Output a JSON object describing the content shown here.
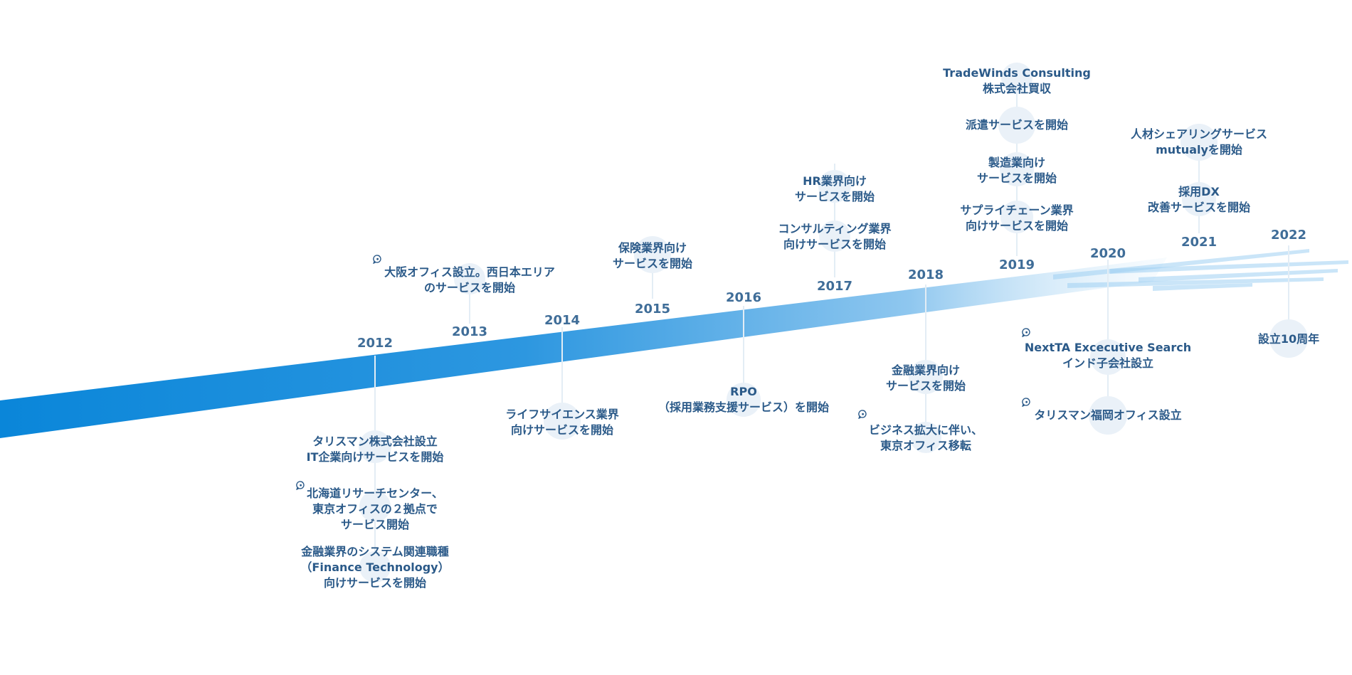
{
  "colors": {
    "band_dark": "#0a86d9",
    "band_light": "#d6ebf9",
    "year_text": "#3f6d98",
    "event_text": "#2b5a89",
    "stem": "#e3edf5",
    "dot": "#eaf1f8"
  },
  "years": [
    {
      "label": "2012"
    },
    {
      "label": "2013"
    },
    {
      "label": "2014"
    },
    {
      "label": "2015"
    },
    {
      "label": "2016"
    },
    {
      "label": "2017"
    },
    {
      "label": "2018"
    },
    {
      "label": "2019"
    },
    {
      "label": "2020"
    },
    {
      "label": "2021"
    },
    {
      "label": "2022"
    }
  ],
  "events": [
    {
      "lines": [
        "タリスマン株式会社設立",
        "IT企業向けサービスを開始"
      ],
      "pin": false
    },
    {
      "lines": [
        "北海道リサーチセンター、",
        "東京オフィスの２拠点で",
        "サービス開始"
      ],
      "pin": true
    },
    {
      "lines": [
        "金融業界のシステム関連職種",
        "（Finance Technology）",
        "向けサービスを開始"
      ],
      "pin": false
    },
    {
      "lines": [
        "大阪オフィス設立。西日本エリア",
        "のサービスを開始"
      ],
      "pin": true
    },
    {
      "lines": [
        "ライフサイエンス業界",
        "向けサービスを開始"
      ],
      "pin": false
    },
    {
      "lines": [
        "保険業界向け",
        "サービスを開始"
      ],
      "pin": false
    },
    {
      "lines": [
        "RPO",
        "（採用業務支援サービス）を開始"
      ],
      "pin": false
    },
    {
      "lines": [
        "HR業界向け",
        "サービスを開始"
      ],
      "pin": false
    },
    {
      "lines": [
        "コンサルティング業界",
        "向けサービスを開始"
      ],
      "pin": false
    },
    {
      "lines": [
        "金融業界向け",
        "サービスを開始"
      ],
      "pin": false
    },
    {
      "lines": [
        "ビジネス拡大に伴い、",
        "東京オフィス移転"
      ],
      "pin": true
    },
    {
      "lines": [
        "TradeWinds Consulting",
        "株式会社買収"
      ],
      "pin": false
    },
    {
      "lines": [
        "派遣サービスを開始"
      ],
      "pin": false
    },
    {
      "lines": [
        "製造業向け",
        "サービスを開始"
      ],
      "pin": false
    },
    {
      "lines": [
        "サプライチェーン業界",
        "向けサービスを開始"
      ],
      "pin": false
    },
    {
      "lines": [
        "NextTA Excecutive Search",
        "インド子会社設立"
      ],
      "pin": true
    },
    {
      "lines": [
        "タリスマン福岡オフィス設立"
      ],
      "pin": true
    },
    {
      "lines": [
        "人材シェアリングサービス",
        "mutualyを開始"
      ],
      "pin": false
    },
    {
      "lines": [
        "採用DX",
        "改善サービスを開始"
      ],
      "pin": false
    },
    {
      "lines": [
        "設立10周年"
      ],
      "pin": false
    }
  ]
}
